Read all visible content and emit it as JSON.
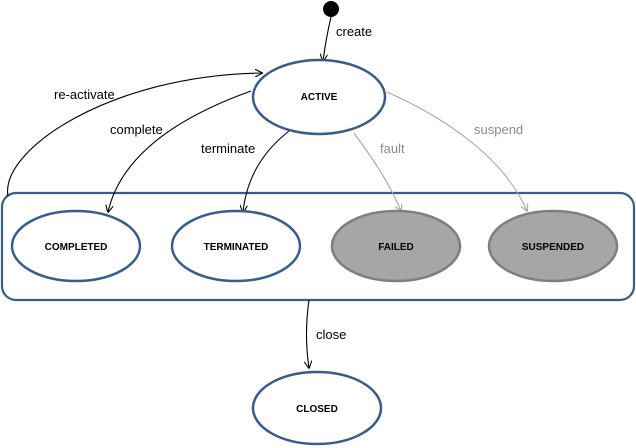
{
  "colors": {
    "state_border": "#385d8a",
    "state_fill": "#ffffff",
    "state_fill_grey": "#a6a6a6",
    "state_border_grey": "#7f7f7f",
    "edge": "#000000",
    "edge_grey": "#a6a6a6",
    "label": "#000000",
    "label_grey": "#8c8c8c"
  },
  "states": {
    "active": "ACTIVE",
    "completed": "COMPLETED",
    "terminated": "TERMINATED",
    "failed": "FAILED",
    "suspended": "SUSPENDED",
    "closed": "CLOSED"
  },
  "transitions": {
    "create": "create",
    "reactivate": "re-activate",
    "complete": "complete",
    "terminate": "terminate",
    "fault": "fault",
    "suspend": "suspend",
    "close": "close"
  }
}
